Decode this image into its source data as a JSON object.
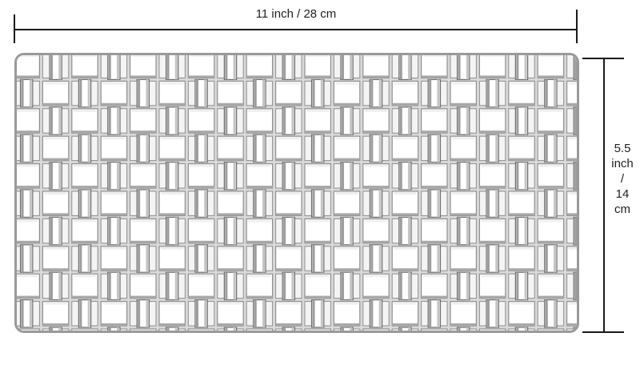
{
  "product_image": {
    "dimensions": {
      "width_label": "11 inch / 28 cm",
      "height_label_lines": [
        "5.5",
        "inch",
        "/",
        "14",
        "cm"
      ]
    },
    "pattern": "basket-weave",
    "colors": {
      "line": "#1a1a1a",
      "glass_edge": "#8f8f8f",
      "glass_highlight": "#ffffff",
      "glass_shadow": "#6e6e6e",
      "background": "#ffffff"
    }
  }
}
